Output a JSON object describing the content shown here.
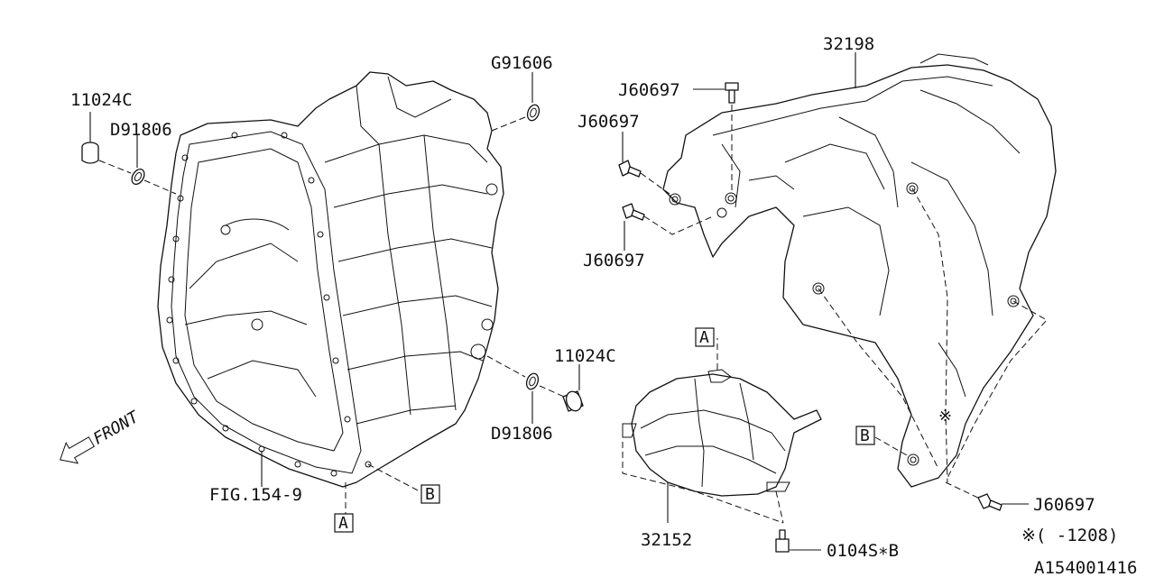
{
  "labels": {
    "p11024c_top": "11024C",
    "pd91806_top": "D91806",
    "pg91606": "G91606",
    "p32198": "32198",
    "pj60697_a": "J60697",
    "pj60697_b": "J60697",
    "pj60697_c": "J60697",
    "pj60697_d": "J60697",
    "p11024c_bot": "11024C",
    "pd91806_bot": "D91806",
    "fig": "FIG.154-9",
    "p32152": "32152",
    "p0104": "0104S∗B",
    "note": "※(    -1208)",
    "code": "A154001416",
    "front": "FRONT"
  },
  "markers": {
    "A_top": "A",
    "A_bottom": "A",
    "B_left": "B",
    "B_right": "B",
    "asterisk": "※"
  }
}
